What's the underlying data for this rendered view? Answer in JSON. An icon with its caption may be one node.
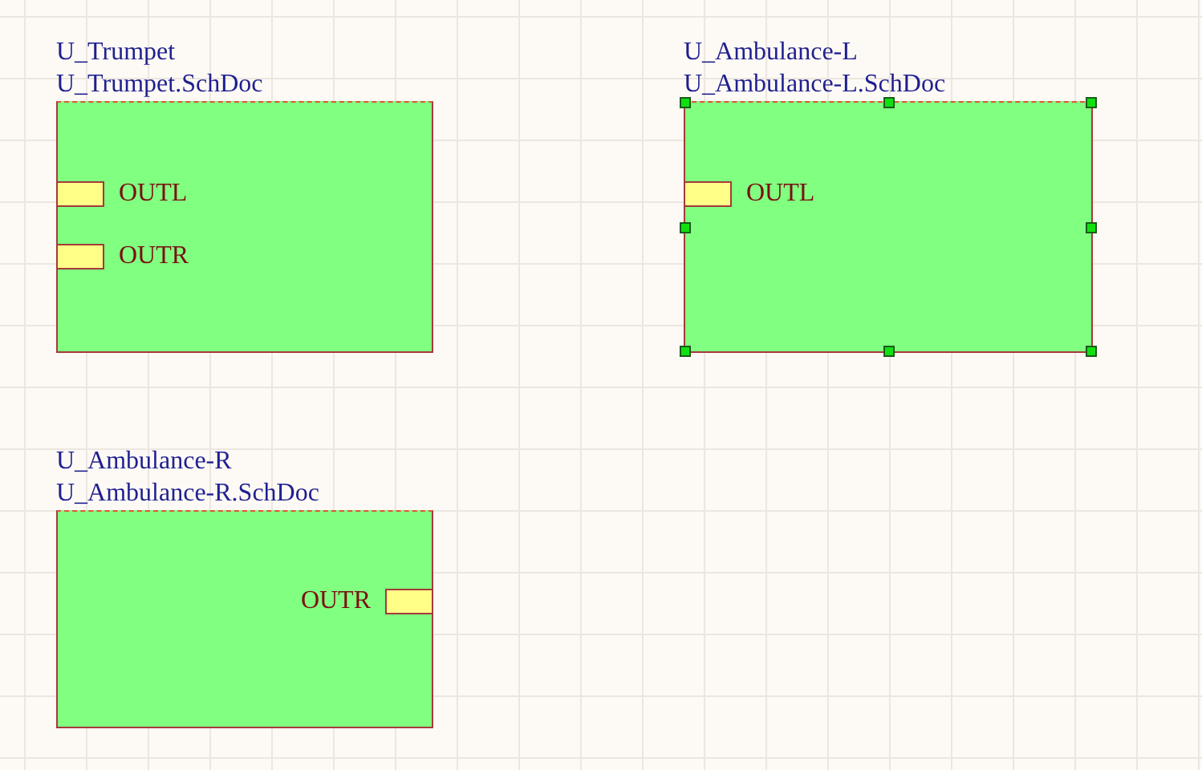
{
  "diagram": {
    "nodes": [
      {
        "text": [
          "U_Trumpet",
          "U_Trumpet.SchDoc"
        ]
      },
      {
        "text": [
          "OUTL"
        ],
        "in": 0
      },
      {
        "text": [
          "OUTR"
        ],
        "in": 0
      },
      {
        "text": [
          "U_Ambulance-L",
          "U_Ambulance-L.SchDoc"
        ]
      },
      {
        "text": [
          "OUTL"
        ],
        "in": 3
      },
      {
        "text": [
          "U_Ambulance-R",
          "U_Ambulance-R.SchDoc"
        ]
      },
      {
        "text": [
          "OUTR"
        ],
        "in": 5
      }
    ]
  }
}
